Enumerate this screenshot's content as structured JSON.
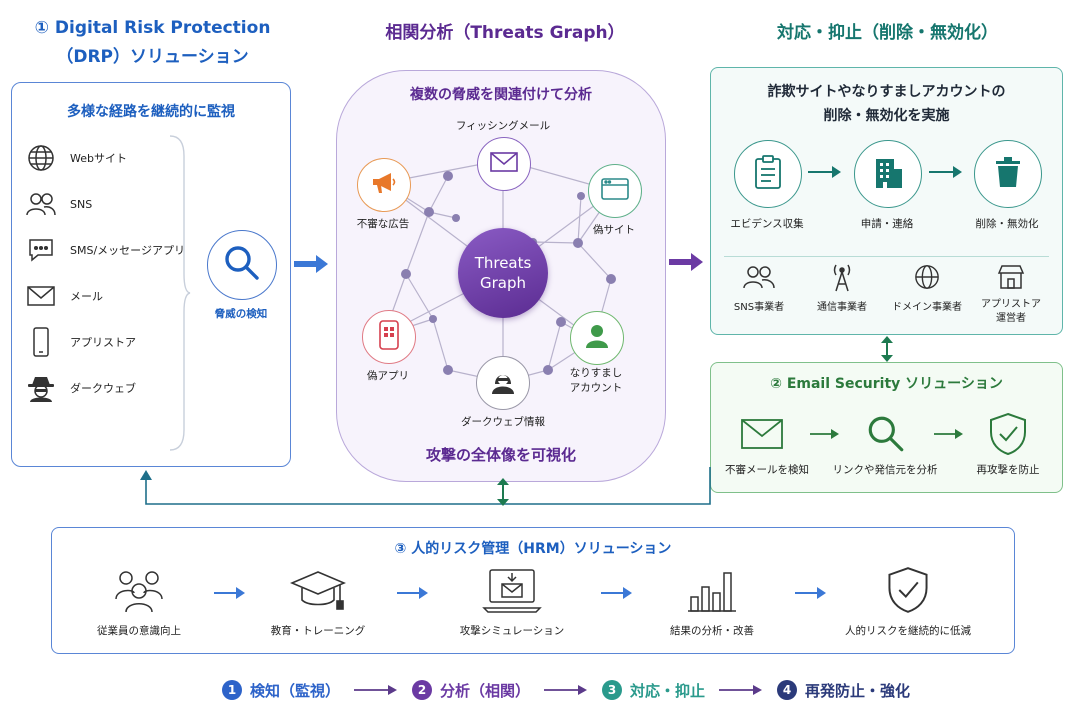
{
  "headers": {
    "drp_line1": "① Digital Risk Protection",
    "drp_line2": "（DRP）ソリューション",
    "graph": "相関分析（Threats Graph）",
    "response": "対応・抑止（削除・無効化）"
  },
  "drp": {
    "title": "多様な経路を継続的に監視",
    "channels": [
      {
        "label": "Webサイト",
        "icon": "globe-icon"
      },
      {
        "label": "SNS",
        "icon": "users-icon"
      },
      {
        "label": "SMS/メッセージアプリ",
        "icon": "chat-bubble-icon"
      },
      {
        "label": "メール",
        "icon": "envelope-icon"
      },
      {
        "label": "アプリストア",
        "icon": "smartphone-icon"
      },
      {
        "label": "ダークウェブ",
        "icon": "hacker-icon"
      }
    ],
    "detect_label": "脅威の検知"
  },
  "graph": {
    "title": "複数の脅威を関連付けて分析",
    "center_line1": "Threats",
    "center_line2": "Graph",
    "nodes": {
      "phishing": "フィッシングメール",
      "ads": "不審な広告",
      "fake_site": "偽サイト",
      "fake_app": "偽アプリ",
      "impersonation_line1": "なりすまし",
      "impersonation_line2": "アカウント",
      "darkweb": "ダークウェブ情報"
    },
    "bottom": "攻撃の全体像を可視化"
  },
  "response": {
    "title_line1": "詐欺サイトやなりすましアカウントの",
    "title_line2": "削除・無効化を実施",
    "steps": [
      "エビデンス収集",
      "申請・連絡",
      "削除・無効化"
    ],
    "partners": [
      "SNS事業者",
      "通信事業者",
      "ドメイン事業者"
    ],
    "partner_last_line1": "アプリストア",
    "partner_last_line2": "運営者"
  },
  "email": {
    "title": "② Email Security ソリューション",
    "steps": [
      "不審メールを検知",
      "リンクや発信元を分析",
      "再攻撃を防止"
    ]
  },
  "hrm": {
    "title": "③ 人的リスク管理（HRM）ソリューション",
    "steps": [
      "従業員の意識向上",
      "教育・トレーニング",
      "攻撃シミュレーション",
      "結果の分析・改善",
      "人的リスクを継続的に低減"
    ]
  },
  "flow": [
    {
      "num": "1",
      "label": "検知（監視）",
      "color": "#2d63c9"
    },
    {
      "num": "2",
      "label": "分析（相関）",
      "color": "#6b3aa3"
    },
    {
      "num": "3",
      "label": "対応・抑止",
      "color": "#2a9a8c"
    },
    {
      "num": "4",
      "label": "再発防止・強化",
      "color": "#2b3a7a"
    }
  ],
  "colors": {
    "blue": "#1d5fbf",
    "purple": "#5b2a91",
    "teal": "#16766e",
    "green": "#2c7a3c"
  }
}
